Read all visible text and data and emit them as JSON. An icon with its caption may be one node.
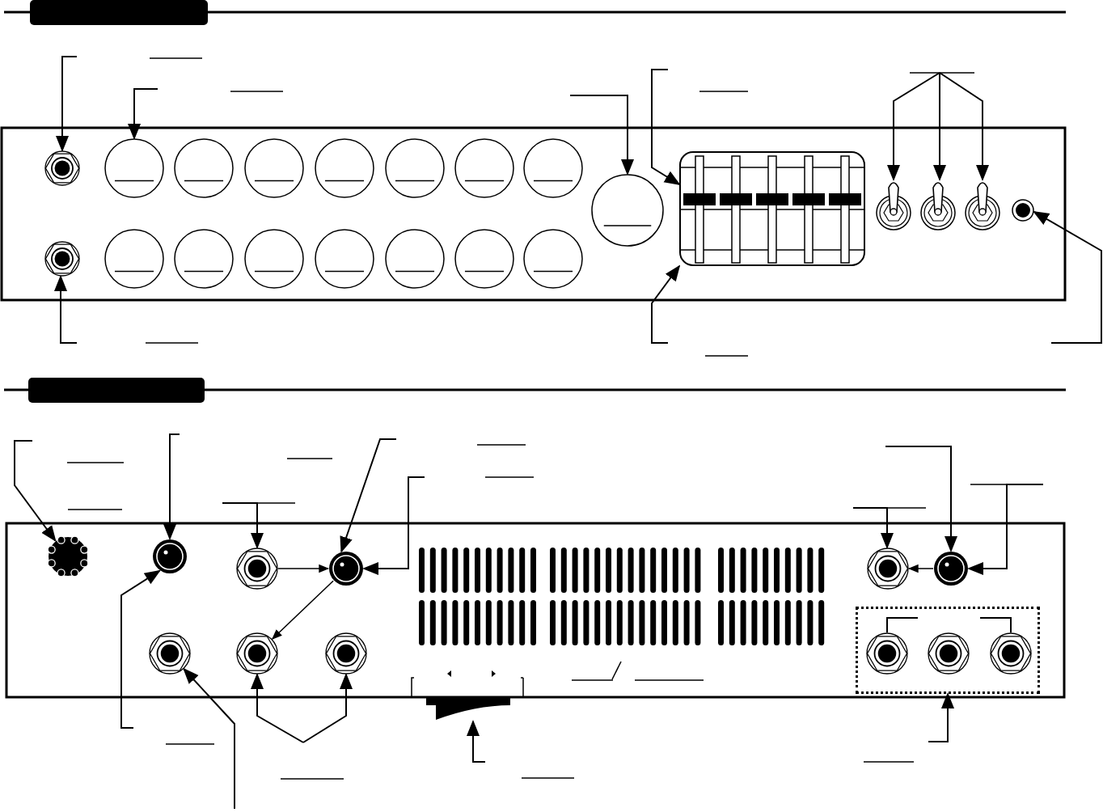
{
  "diagram": {
    "nodes": [
      {
        "text": [],
        "shape": "circle"
      },
      {
        "text": [],
        "shape": "circle"
      },
      {
        "text": [],
        "shape": "circle"
      },
      {
        "text": [],
        "shape": "circle"
      },
      {
        "text": [],
        "shape": "box"
      },
      {
        "text": [],
        "shape": "box"
      },
      {
        "text": [],
        "shape": "box"
      },
      {
        "text": [],
        "shape": "box"
      },
      {
        "text": [],
        "shape": "circle"
      },
      {
        "text": [],
        "shape": "circle"
      },
      {
        "text": [],
        "shape": "circle"
      },
      {
        "text": [],
        "shape": "circle"
      },
      {
        "text": [],
        "shape": "circle"
      },
      {
        "text": [],
        "shape": "circle"
      },
      {
        "text": [],
        "shape": "circle"
      },
      {
        "text": [],
        "shape": "circle"
      },
      {
        "text": [],
        "shape": "box"
      },
      {
        "text": [],
        "shape": "circle"
      },
      {
        "text": [],
        "shape": "circle"
      },
      {
        "text": [],
        "shape": "box"
      },
      {
        "text": [],
        "shape": "circle",
        "in": 19
      },
      {
        "text": [],
        "shape": "circle",
        "in": 19
      },
      {
        "text": [],
        "shape": "circle",
        "in": 19
      },
      {
        "text": [],
        "shape": "circle"
      },
      {
        "text": [],
        "shape": "circle"
      },
      {
        "text": [],
        "shape": "circle"
      },
      {
        "text": [],
        "shape": "circle"
      },
      {
        "text": [],
        "shape": "circle"
      },
      {
        "text": [],
        "shape": "circle"
      },
      {
        "text": [],
        "shape": "circle"
      },
      {
        "text": [],
        "shape": "circle"
      },
      {
        "text": [],
        "shape": "circle"
      },
      {
        "text": [],
        "shape": "circle"
      },
      {
        "text": [],
        "shape": "circle"
      },
      {
        "text": [],
        "shape": "circle"
      },
      {
        "text": [],
        "shape": "circle"
      }
    ],
    "edges": [
      {
        "from": null,
        "to": 0,
        "arrow": "to"
      },
      {
        "from": null,
        "to": 2,
        "arrow": "to"
      },
      {
        "from": null,
        "to": 3,
        "arrow": "to"
      },
      {
        "from": null,
        "to": 4,
        "arrow": "to"
      },
      {
        "from": null,
        "to": 5,
        "arrow": "to"
      },
      {
        "from": null,
        "to": 6,
        "arrow": "to"
      },
      {
        "from": null,
        "to": 7,
        "arrow": "to"
      },
      {
        "from": null,
        "to": 8,
        "arrow": "to"
      },
      {
        "from": null,
        "to": 1,
        "arrow": "to"
      },
      {
        "from": null,
        "to": 4,
        "arrow": "to"
      },
      {
        "from": null,
        "to": 9,
        "arrow": "to"
      },
      {
        "from": null,
        "to": 10,
        "arrow": "to"
      },
      {
        "from": null,
        "to": 11,
        "arrow": "to"
      },
      {
        "from": null,
        "to": 12,
        "arrow": "to"
      },
      {
        "from": 11,
        "to": 12,
        "arrow": "to"
      },
      {
        "from": null,
        "to": 12,
        "arrow": "to"
      },
      {
        "from": 12,
        "to": 14,
        "arrow": "to"
      },
      {
        "from": null,
        "to": 10,
        "arrow": "to"
      },
      {
        "from": null,
        "to": 13,
        "arrow": "to"
      },
      {
        "from": null,
        "to": 14,
        "arrow": "to"
      },
      {
        "from": null,
        "to": 15,
        "arrow": "to"
      },
      {
        "from": null,
        "to": 16,
        "arrow": "to"
      },
      {
        "from": null,
        "to": 17,
        "arrow": "to"
      },
      {
        "from": null,
        "to": 18,
        "arrow": "to"
      },
      {
        "from": 18,
        "to": 17,
        "arrow": "to"
      },
      {
        "from": null,
        "to": 18,
        "arrow": "to"
      },
      {
        "from": null,
        "to": 19,
        "arrow": "to"
      }
    ]
  }
}
